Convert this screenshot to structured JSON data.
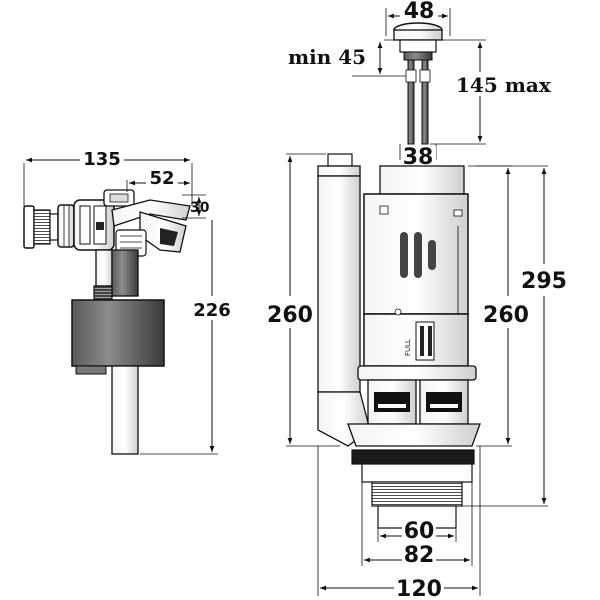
{
  "dimensions": {
    "inlet_valve": {
      "width_overall": "135",
      "offset": "52",
      "height_small": "30",
      "height_total": "226"
    },
    "flush_valve": {
      "button_diameter": "48",
      "rod_min": "min 45",
      "rod_max": "145 max",
      "rod_spacing": "38",
      "height_left": "260",
      "height_center": "260",
      "height_total": "295",
      "outlet_inner": "60",
      "outlet_outer": "82",
      "flange_width": "120"
    }
  },
  "markings": {
    "full_label": "FULL"
  }
}
